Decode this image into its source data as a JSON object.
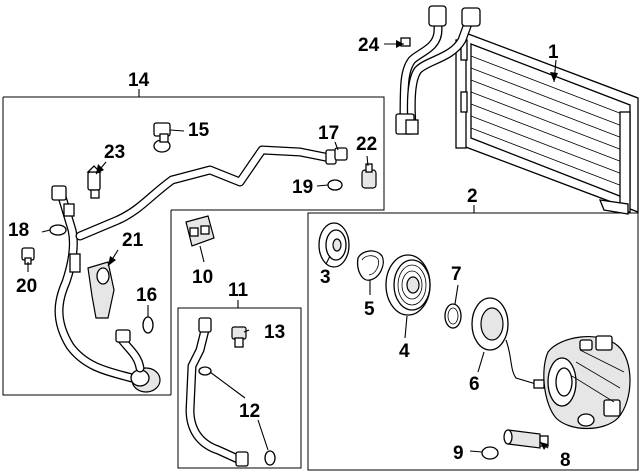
{
  "callouts": {
    "c1": "1",
    "c2": "2",
    "c3": "3",
    "c4": "4",
    "c5": "5",
    "c6": "6",
    "c7": "7",
    "c8": "8",
    "c9": "9",
    "c10": "10",
    "c11": "11",
    "c12": "12",
    "c13": "13",
    "c14": "14",
    "c15": "15",
    "c16": "16",
    "c17": "17",
    "c18": "18",
    "c19": "19",
    "c20": "20",
    "c21": "21",
    "c22": "22",
    "c23": "23",
    "c24": "24"
  },
  "colors": {
    "ink": "#000000",
    "paper": "#ffffff",
    "shade": "#e6e6e6"
  }
}
